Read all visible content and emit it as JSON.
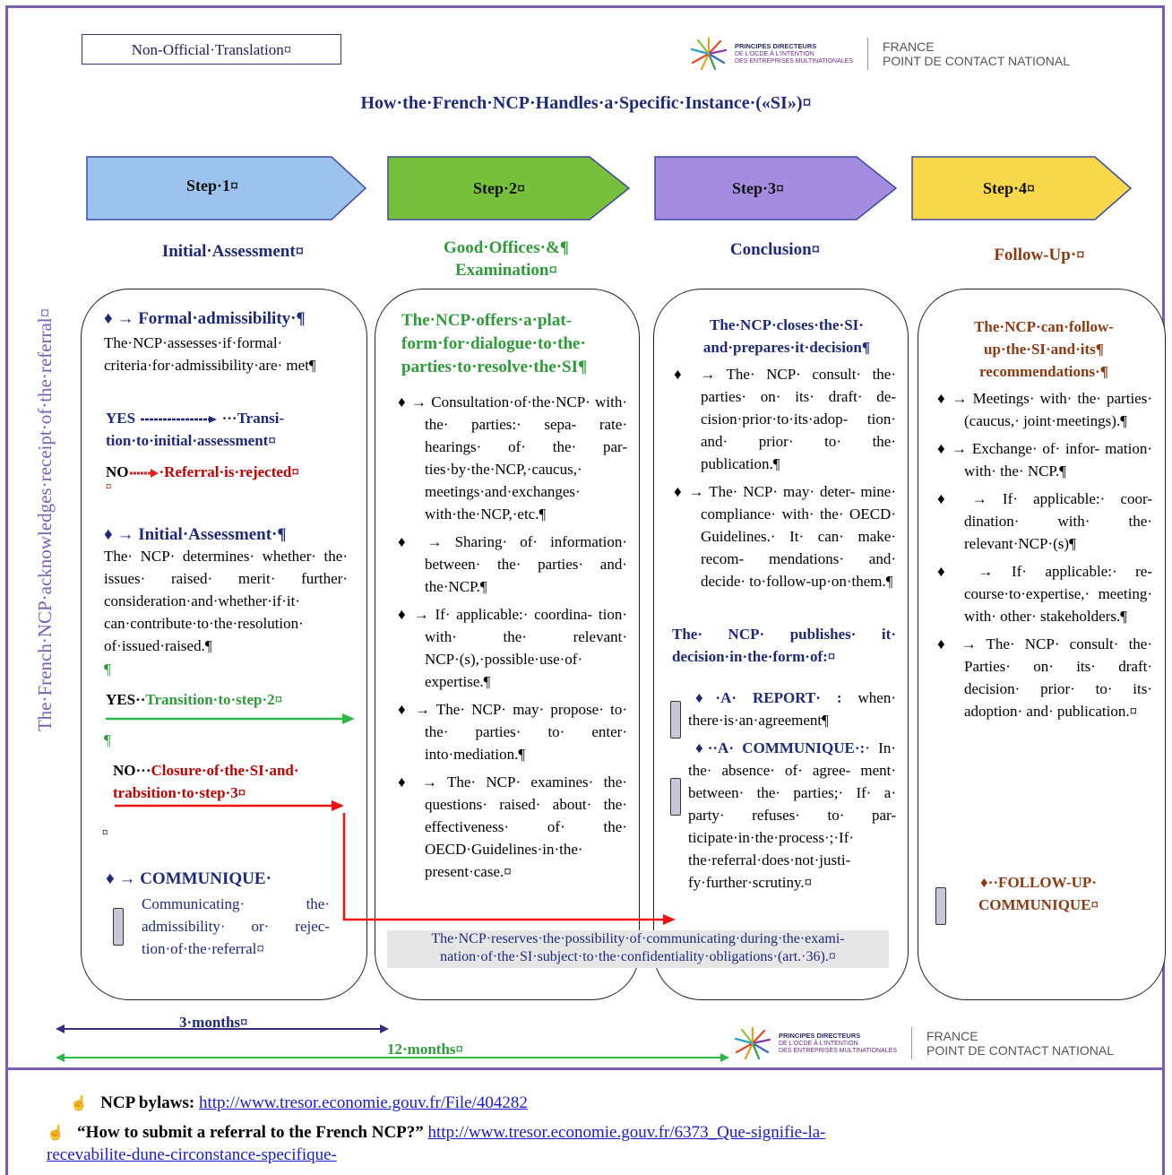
{
  "tag": "Non-Official·Translation¤",
  "logo": {
    "pd_line1": "PRINCIPES DIRECTEURS",
    "pd_line2": "DE L'OCDE À L'INTENTION",
    "pd_line3": "DES ENTREPRISES MULTINATIONALES",
    "france": "FRANCE",
    "pcn": "POINT DE CONTACT NATIONAL"
  },
  "title": "How·the·French·NCP·Handles·a·Specific·Instance·(«SI»)¤",
  "vertical_label": "The·French·NCP·acknowledges·receipt·of·the·referral¤",
  "steps": [
    {
      "label": "Step·1¤",
      "color": "#9cc3ee"
    },
    {
      "label": "Step·2¤",
      "color": "#77c03b"
    },
    {
      "label": "Step·3¤",
      "color": "#a48de0"
    },
    {
      "label": "Step·4¤",
      "color": "#f6d84a"
    }
  ],
  "headings": {
    "col1": "Initial·Assessment¤",
    "col2_l1": "Good·Offices·&¶",
    "col2_l2": "Examination¤",
    "col3": "Conclusion¤",
    "col4": "Follow-Up·¤"
  },
  "col1": {
    "formal_head": "♦ → Formal·admissibility·¶",
    "formal_text": "The·NCP·assesses·if·formal· criteria·for·admissibility·are· met¶",
    "yes1_a": "YES",
    "yes1_b": "···Transi- tion·to·initial·assessment¤",
    "no1_a": "NO",
    "no1_b": "·Referral·is·rejected¤",
    "no1_c": "¤",
    "initial_head": "♦ → Initial·Assessment·¶",
    "initial_text": "The· NCP· determines· whether· the· issues· raised· merit· further· consideration·and·whether·if·it· can·contribute·to·the·resolution· of·issued·raised.¶",
    "pilcrow1": "¶",
    "yes2_a": "YES··",
    "yes2_b": "Transition·to·step·2¤",
    "pilcrow2": "¶",
    "no2_a": "NO···",
    "no2_b": "Closure·of·the·SI·and· trabsition·to·step·3¤",
    "cur": "¤",
    "comm_head": "♦ → COMMUNIQUE·",
    "comm_text": "Communicating· the· admissibility· or· rejec- tion·of·the·referral¤"
  },
  "col2": {
    "head": "The·NCP·offers·a·plat- form·for·dialogue·to·the· parties·to·resolve·the·SI¶",
    "bullets": [
      "♦ → Consultation·of·the·NCP· with· the· parties:· sepa- rate· hearings· of· the· par- ties·by·the·NCP,·caucus,· meetings·and·exchanges· with·the·NCP,·etc.¶",
      "♦ → Sharing· of· information· between· the· parties· and· the·NCP.¶",
      "♦ → If· applicable:· coordina- tion· with· the· relevant· NCP·(s),·possible·use·of· expertise.¶",
      "♦ → The· NCP· may· propose· to· the· parties· to· enter· into·mediation.¶",
      "♦ → The· NCP· examines· the· questions· raised· about· the· effectiveness· of· the· OECD·Guidelines·in·the· present·case.¤"
    ]
  },
  "col3": {
    "head": "The·NCP·closes·the·SI· and·prepares·it·decision¶",
    "bullets": [
      "♦ → The· NCP· consult· the· parties· on· its· draft· de- cision·prior·to·its·adop- tion· and· prior· to· the· publication.¶",
      "♦ → The· NCP· may· deter- mine· compliance· with· the· OECD· Guidelines.· It· can· make· recom- mendations· and· decide· to·follow-up·on·them.¶"
    ],
    "pub_head": "The· NCP· publishes· it· decision·in·the·form·of:¤",
    "report_a": "♦·A· REPORT· :",
    "report_b": " when· there·is·an·agreement¶",
    "comm_a": "♦··A· COMMUNIQUE·:",
    "comm_b": "· In· the· absence· of· agree- ment· between· the· parties;· If· a· party· refuses· to· par- ticipate·in·the·process·;·If· the·referral·does·not·justi- fy·further·scrutiny.¤"
  },
  "col4": {
    "head": "The·NCP·can·follow- up·the·SI·and·its¶ recommendations·¶",
    "bullets": [
      "♦ → Meetings· with· the· parties· (caucus,· joint·meetings).¶",
      "♦ → Exchange· of· infor- mation· with· the· NCP.¶",
      "♦ → If· applicable:· coor- dination· with· the· relevant·NCP·(s)¶",
      "♦ → If· applicable:· re- course·to·expertise,· meeting· with· other· stakeholders.¶",
      "♦ → The· NCP· consult· the· Parties· on· its· draft· decision· prior· to· its· adoption· and· publication.¤"
    ],
    "follow": "♦··FOLLOW-UP· COMMUNIQUE¤"
  },
  "note": "The·NCP·reserves·the·possibility·of·communicating·during·the·exami- nation·of·the·SI·subject·to·the·confidentiality·obligations·(art.·36).¤",
  "durations": {
    "d3": "3·months¤",
    "d12": "12·months¤"
  },
  "footer": {
    "bylaws_label": "NCP bylaws:",
    "bylaws_url": "http://www.tresor.economie.gouv.fr/File/404282",
    "submit_label": "“How to submit a referral to the French NCP?”",
    "submit_url_1": "http://www.tresor.economie.gouv.fr/6373_Que-signifie-la-",
    "submit_url_2": "recevabilite-dune-circonstance-specifique-"
  },
  "colors": {
    "frame": "#7b5cb3",
    "navy": "#1e2a78",
    "red": "#c00000",
    "green": "#2f9a3a",
    "brown": "#8a3b14"
  }
}
